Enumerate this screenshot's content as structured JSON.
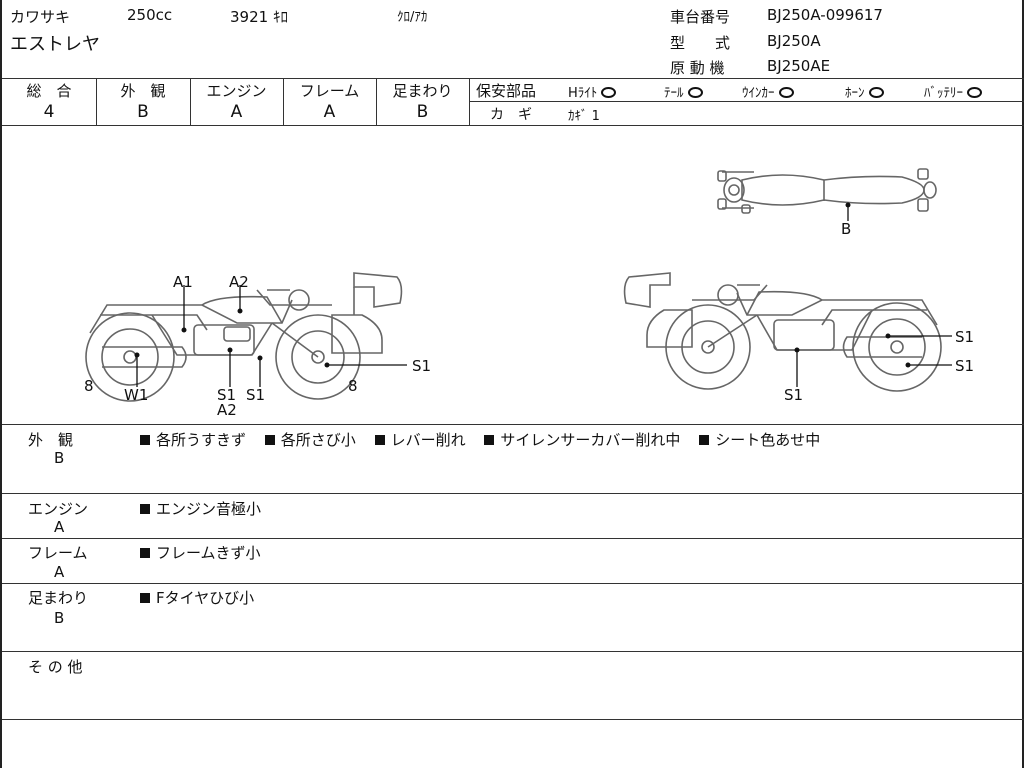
{
  "header": {
    "make": "カワサキ",
    "displacement": "250cc",
    "mileage": "3921 ｷﾛ",
    "color": "ｸﾛ/ｱｶ",
    "model_name": "エストレヤ",
    "chassis_label": "車台番号",
    "chassis_value": "BJ250A-099617",
    "type_label": "型　　式",
    "type_value": "BJ250A",
    "engine_label": "原 動 機",
    "engine_value": "BJ250AE"
  },
  "grades": [
    {
      "label": "総　合",
      "value": "4"
    },
    {
      "label": "外　観",
      "value": "B"
    },
    {
      "label": "エンジン",
      "value": "A"
    },
    {
      "label": "フレーム",
      "value": "A"
    },
    {
      "label": "足まわり",
      "value": "B"
    }
  ],
  "safety": {
    "title": "保安部品",
    "headlight": "Hﾗｲﾄ",
    "tail": "ﾃｰﾙ",
    "winker": "ｳｲﾝｶｰ",
    "horn": "ﾎｰﾝ",
    "battery": "ﾊﾞｯﾃﾘｰ",
    "key_label": "カ　ギ",
    "key_value": "ｶｷﾞ 1"
  },
  "diagram_labels": {
    "top_b": "B",
    "a1": "A1",
    "a2": "A2",
    "s1_right": "S1",
    "eight_left": "8",
    "w1": "W1",
    "s1_a": "S1",
    "s1_b": "S1",
    "a2_bottom": "A2",
    "eight_mid": "8",
    "rs1_top": "S1",
    "rs1_mid": "S1",
    "rs1_bottom": "S1"
  },
  "sections": [
    {
      "title": "外　観",
      "grade": "B",
      "notes": [
        "各所うすきず",
        "各所さび小",
        "レバー削れ",
        "サイレンサーカバー削れ中",
        "シート色あせ中"
      ]
    },
    {
      "title": "エンジン",
      "grade": "A",
      "notes": [
        "エンジン音極小"
      ]
    },
    {
      "title": "フレーム",
      "grade": "A",
      "notes": [
        "フレームきず小"
      ]
    },
    {
      "title": "足まわり",
      "grade": "B",
      "notes": [
        "Fタイヤひび小"
      ]
    },
    {
      "title": "そ の 他",
      "grade": "",
      "notes": []
    }
  ]
}
